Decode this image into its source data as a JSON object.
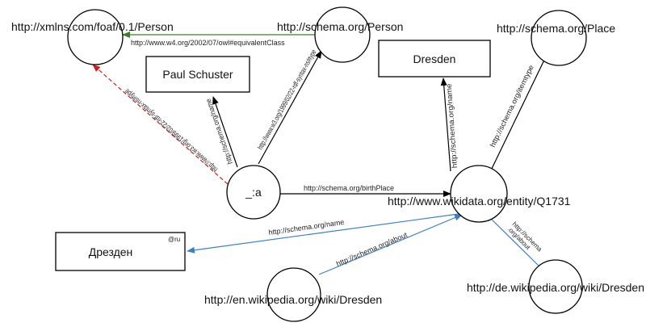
{
  "colors": {
    "black_edge": "#000000",
    "green_edge": "#3a7d2a",
    "red_edge": "#cc1f1f",
    "blue_edge": "#3d7fc0"
  },
  "nodes": {
    "foaf_person": "http://xmlns.com/foaf/0.1/Person",
    "schema_person": "http://schema.org/Person",
    "schema_place": "http://schema.org/Place",
    "paul_schuster": "Paul Schuster",
    "dresden_en": "Dresden",
    "blank_a": "_:a",
    "wikidata_q1731": "http://www.wikidata.org/entity/Q1731",
    "dresden_ru": "Дрезден",
    "lang_tag_ru": "@ru",
    "wiki_en": "http://en.wikipedia.org/wiki/Dresden",
    "wiki_de": "http://de.wikipedia.org/wiki/Dresden"
  },
  "edges": {
    "equivalent_class": "http://www.w4.org/2002/07/owl#equivalentClass",
    "a_type_foaf": "http://www.w3.org/1999/02/22-rdf-syntax-ns#type",
    "a_name": "http://schema.org/name",
    "a_type_schema": "http://www.w3.org/1999/02/22-rdf-syntax-ns#type",
    "birth_place": "http://schema.org/birthPlace",
    "q_name_en": "http://schema.org/name",
    "q_item_type": "http://schema.org/itemtype",
    "q_name_ru": "http://schema.org/name",
    "en_about": "http://schema.org/about",
    "de_about_line1": "http://schema",
    "de_about_line2": ".org/about"
  }
}
